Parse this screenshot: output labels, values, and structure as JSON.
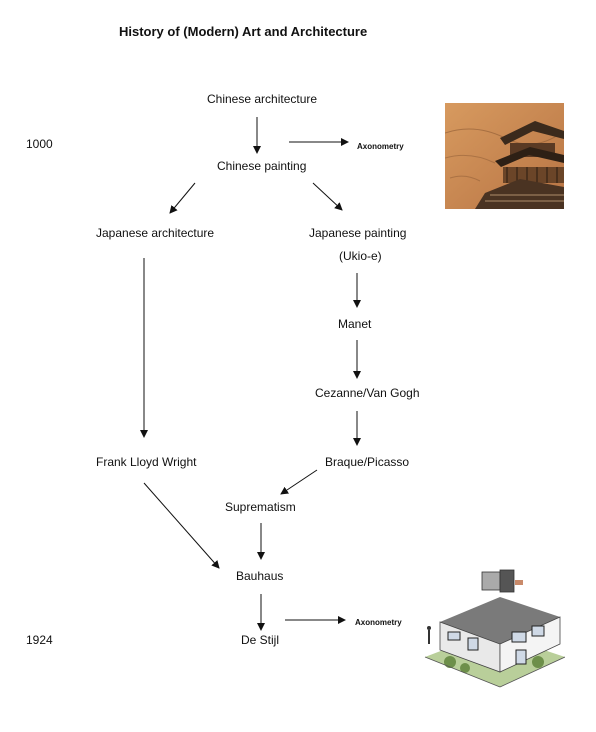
{
  "title": "History of (Modern) Art and Architecture",
  "years": {
    "top": "1000",
    "bottom": "1924"
  },
  "nodes": {
    "chinese_architecture": "Chinese architecture",
    "chinese_painting": "Chinese painting",
    "axonometry_top": "Axonometry",
    "japanese_architecture": "Japanese architecture",
    "japanese_painting": "Japanese painting",
    "ukiyoe": "(Ukio-e)",
    "manet": "Manet",
    "cezanne_van_gogh": "Cezanne/Van Gogh",
    "frank_lloyd_wright": "Frank Lloyd Wright",
    "braque_picasso": "Braque/Picasso",
    "suprematism": "Suprematism",
    "bauhaus": "Bauhaus",
    "de_stijl": "De Stijl",
    "axonometry_bottom": "Axonometry"
  },
  "colors": {
    "text": "#111111",
    "arrow": "#111111",
    "painting_bg": "#c9874f",
    "house_roof": "#6e6e6e"
  }
}
